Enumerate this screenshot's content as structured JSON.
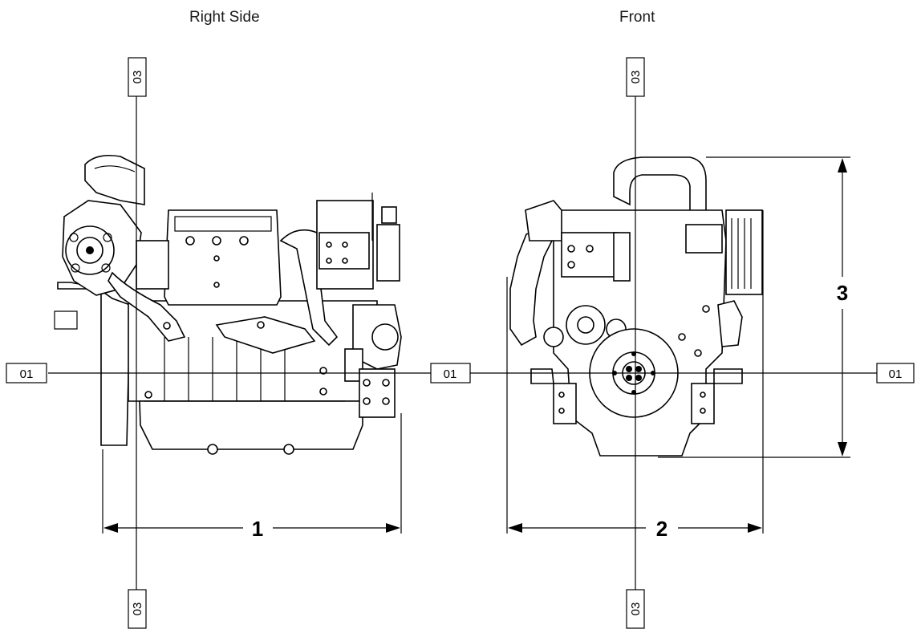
{
  "views": {
    "right_side": {
      "title": "Right Side"
    },
    "front": {
      "title": "Front"
    }
  },
  "dimensions": {
    "length": "1",
    "width": "2",
    "height": "3"
  },
  "reference_planes": {
    "horizontal": "01",
    "vertical": "03"
  }
}
